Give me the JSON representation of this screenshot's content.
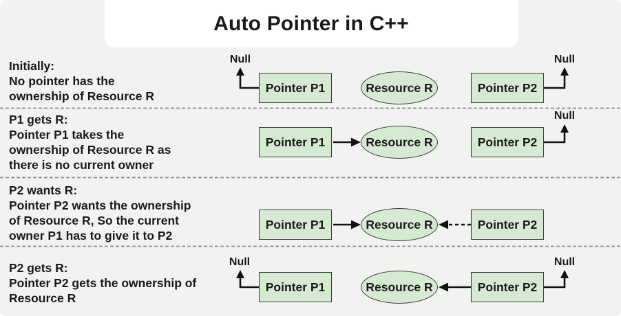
{
  "title": "Auto Pointer in C++",
  "labels": {
    "pointer_p1": "Pointer P1",
    "pointer_p2": "Pointer P2",
    "resource": "Resource R",
    "null": "Null"
  },
  "rows": [
    {
      "id": "initially",
      "lines": [
        "Initially:",
        "No pointer has the",
        "ownership of Resource R"
      ]
    },
    {
      "id": "p1-gets-r",
      "lines": [
        "P1 gets R:",
        "Pointer P1 takes the",
        "ownership of Resource R as",
        "there is no current owner"
      ]
    },
    {
      "id": "p2-wants-r",
      "lines": [
        "P2 wants R:",
        "Pointer P2 wants the ownership",
        "of Resource R, So the current",
        "owner P1 has to give it to P2"
      ]
    },
    {
      "id": "p2-gets-r",
      "lines": [
        "P2 gets R:",
        "Pointer P2 gets the ownership of",
        "Resource R"
      ]
    }
  ],
  "colors": {
    "background": "#f2f2f0",
    "node_fill": "#d6e9d2",
    "node_border": "#3b3b3b",
    "text": "#1a1a1a",
    "separator": "#8f8f8f",
    "arrow": "#111111"
  }
}
